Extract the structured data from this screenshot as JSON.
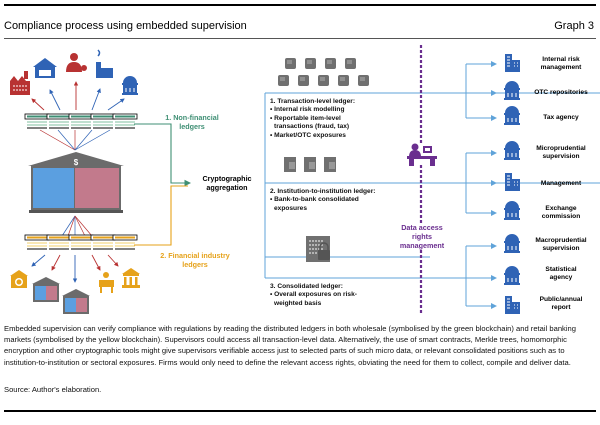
{
  "header": {
    "title": "Compliance process using embedded supervision",
    "graph_number": "Graph 3"
  },
  "colors": {
    "green_ledger": "#3f8f74",
    "yellow_ledger": "#e6a21a",
    "blue_link": "#5fa3d9",
    "purple_access": "#6a2e8f",
    "entity_red": "#b83232",
    "entity_blue": "#2f63b5",
    "bank_blue": "#5b9fe0",
    "bank_pink": "#c27a8c",
    "roof_gray": "#6b6b6b"
  },
  "diagram": {
    "non_financial_label": [
      "1. Non-financial",
      "ledgers"
    ],
    "financial_label": [
      "2. Financial industry",
      "ledgers"
    ],
    "aggregation_label": [
      "Cryptographic",
      "aggregation"
    ],
    "access_label": [
      "Data access",
      "rights",
      "management"
    ],
    "ledgers": [
      {
        "title": "1. Transaction-level ledger:",
        "bullets": [
          "• Internal risk modelling",
          "• Reportable item-level",
          "  transactions (fraud, tax)",
          "• Market/OTC exposures"
        ]
      },
      {
        "title": "2. Institution-to-institution ledger:",
        "bullets": [
          "• Bank-to-bank consolidated",
          "  exposures"
        ]
      },
      {
        "title": "3. Consolidated ledger:",
        "bullets": [
          "• Overall exposures on risk-",
          "  weighted basis"
        ]
      }
    ],
    "destinations": [
      {
        "label": [
          "Internal risk",
          "management"
        ],
        "icon": "office-building-icon"
      },
      {
        "label": [
          "OTC repositories"
        ],
        "icon": "government-building-icon"
      },
      {
        "label": [
          "Tax agency"
        ],
        "icon": "government-building-icon"
      },
      {
        "label": [
          "Microprudential",
          "supervision"
        ],
        "icon": "government-building-icon"
      },
      {
        "label": [
          "Management"
        ],
        "icon": "office-building-icon"
      },
      {
        "label": [
          "Exchange",
          "commission"
        ],
        "icon": "government-building-icon"
      },
      {
        "label": [
          "Macroprudential",
          "supervision"
        ],
        "icon": "government-building-icon"
      },
      {
        "label": [
          "Statistical",
          "agency"
        ],
        "icon": "government-building-icon"
      },
      {
        "label": [
          "Public/annual",
          "report"
        ],
        "icon": "office-building-icon"
      }
    ]
  },
  "caption": "Embedded supervision can verify compliance with regulations by reading the distributed ledgers in both wholesale (symbolised by the green blockchain) and retail banking markets (symbolised by the yellow blockchain). Supervisors could access all transaction-level data. Alternatively, the use of smart contracts, Merkle trees, homomorphic encryption and other cryptographic tools might give supervisors verifiable access just to selected parts of such micro data, or relevant consolidated positions such as to institution-to-institution or sectoral exposures. Firms would only need to define the relevant access rights, obviating the need for them to collect, compile and deliver data.",
  "source": "Source: Author's elaboration."
}
